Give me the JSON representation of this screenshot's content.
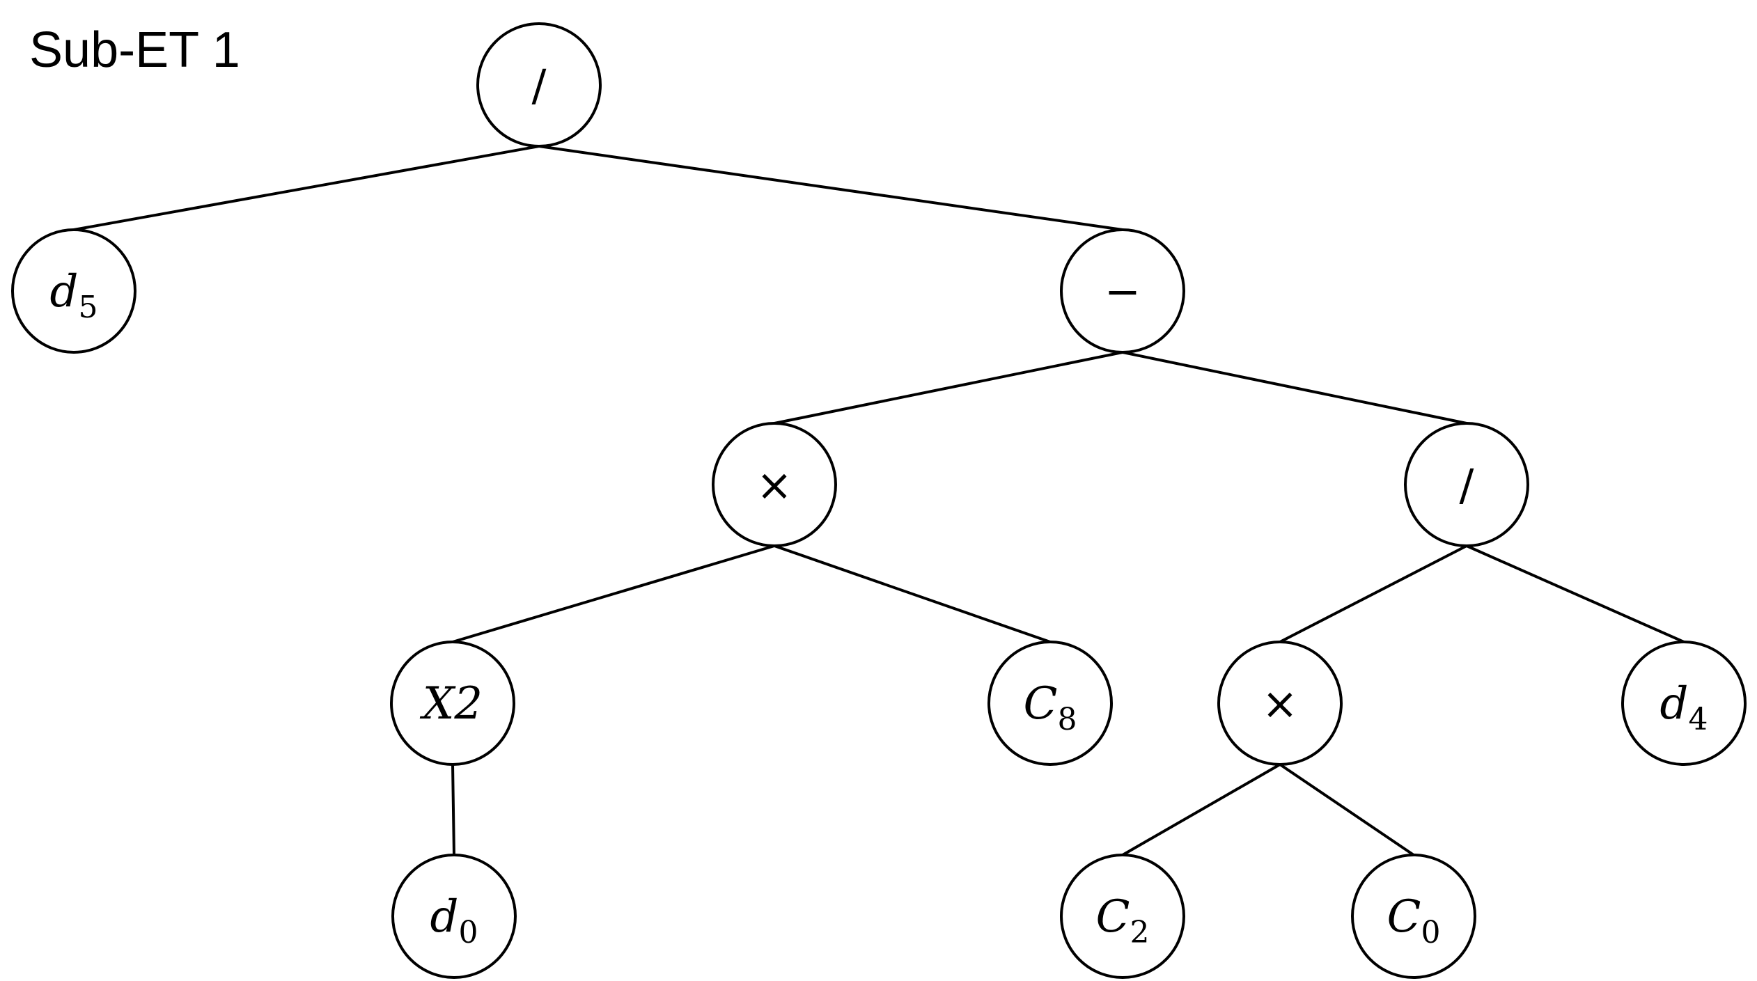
{
  "title": "Sub-ET 1",
  "colors": {
    "stroke": "#000000",
    "background": "#ffffff"
  },
  "tree": {
    "nodes": [
      {
        "id": "n0",
        "text": "/",
        "sub": "",
        "kind": "operator"
      },
      {
        "id": "n1",
        "text": "d",
        "sub": "5",
        "kind": "terminal"
      },
      {
        "id": "n2",
        "text": "−",
        "sub": "",
        "kind": "operator"
      },
      {
        "id": "n3",
        "text": "×",
        "sub": "",
        "kind": "operator"
      },
      {
        "id": "n4",
        "text": "/",
        "sub": "",
        "kind": "operator"
      },
      {
        "id": "n5",
        "text": "X2",
        "sub": "",
        "kind": "function"
      },
      {
        "id": "n6",
        "text": "C",
        "sub": "8",
        "kind": "terminal"
      },
      {
        "id": "n7",
        "text": "×",
        "sub": "",
        "kind": "operator"
      },
      {
        "id": "n8",
        "text": "d",
        "sub": "4",
        "kind": "terminal"
      },
      {
        "id": "n9",
        "text": "d",
        "sub": "0",
        "kind": "terminal"
      },
      {
        "id": "n10",
        "text": "C",
        "sub": "2",
        "kind": "terminal"
      },
      {
        "id": "n11",
        "text": "C",
        "sub": "0",
        "kind": "terminal"
      }
    ],
    "edges": [
      [
        "n0",
        "n1"
      ],
      [
        "n0",
        "n2"
      ],
      [
        "n2",
        "n3"
      ],
      [
        "n2",
        "n4"
      ],
      [
        "n3",
        "n5"
      ],
      [
        "n3",
        "n6"
      ],
      [
        "n4",
        "n7"
      ],
      [
        "n4",
        "n8"
      ],
      [
        "n5",
        "n9"
      ],
      [
        "n7",
        "n10"
      ],
      [
        "n7",
        "n11"
      ]
    ]
  }
}
